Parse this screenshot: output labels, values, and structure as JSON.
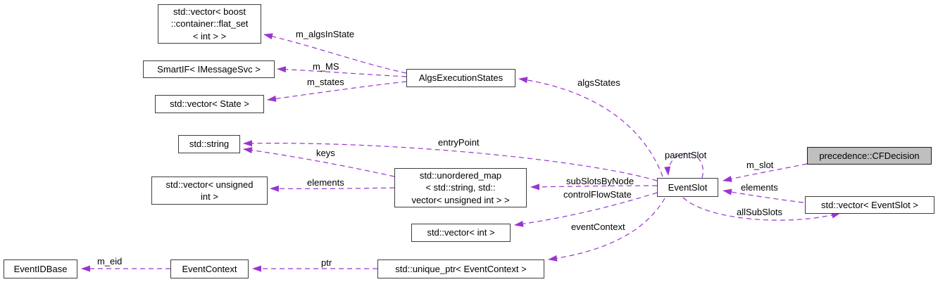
{
  "diagram": {
    "type": "doxygen-collaboration-graph",
    "highlighted_node": "precedence::CFDecision",
    "colors": {
      "edge": "#9a35cf",
      "node_border": "#3d3d3d",
      "node_fill": "#ffffff",
      "highlight_fill": "#bfbfbf",
      "background": "#ffffff"
    },
    "nodes": [
      {
        "id": "flatset",
        "label": "std::vector< boost\n::container::flat_set\n< int > >"
      },
      {
        "id": "smartif",
        "label": "SmartIF< IMessageSvc >"
      },
      {
        "id": "vecstate",
        "label": "std::vector< State >"
      },
      {
        "id": "algsexec",
        "label": "AlgsExecutionStates"
      },
      {
        "id": "stdstring",
        "label": "std::string"
      },
      {
        "id": "vecunsigned",
        "label": "std::vector< unsigned\nint >"
      },
      {
        "id": "umap",
        "label": "std::unordered_map\n< std::string, std::\nvector< unsigned int > >"
      },
      {
        "id": "vecint",
        "label": "std::vector< int >"
      },
      {
        "id": "eventslot",
        "label": "EventSlot"
      },
      {
        "id": "cfdecision",
        "label": "precedence::CFDecision"
      },
      {
        "id": "veceventslot",
        "label": "std::vector< EventSlot >"
      },
      {
        "id": "eventidbase",
        "label": "EventIDBase"
      },
      {
        "id": "eventcontext",
        "label": "EventContext"
      },
      {
        "id": "uniqueptr",
        "label": "std::unique_ptr< EventContext >"
      }
    ],
    "edges": [
      {
        "label": "m_algsInState",
        "from": "algsexec",
        "to": "flatset"
      },
      {
        "label": "m_MS",
        "from": "algsexec",
        "to": "smartif"
      },
      {
        "label": "m_states",
        "from": "algsexec",
        "to": "vecstate"
      },
      {
        "label": "algsStates",
        "from": "eventslot",
        "to": "algsexec"
      },
      {
        "label": "entryPoint",
        "from": "eventslot",
        "to": "stdstring"
      },
      {
        "label": "keys",
        "from": "umap",
        "to": "stdstring"
      },
      {
        "label": "elements",
        "from": "umap",
        "to": "vecunsigned"
      },
      {
        "label": "subSlotsByNode",
        "from": "eventslot",
        "to": "umap"
      },
      {
        "label": "controlFlowState",
        "from": "eventslot",
        "to": "vecint"
      },
      {
        "label": "eventContext",
        "from": "eventslot",
        "to": "uniqueptr"
      },
      {
        "label": "parentSlot",
        "from": "eventslot",
        "to": "eventslot"
      },
      {
        "label": "m_slot",
        "from": "cfdecision",
        "to": "eventslot"
      },
      {
        "label": "elements",
        "from": "veceventslot",
        "to": "eventslot"
      },
      {
        "label": "allSubSlots",
        "from": "eventslot",
        "to": "veceventslot"
      },
      {
        "label": "ptr",
        "from": "uniqueptr",
        "to": "eventcontext"
      },
      {
        "label": "m_eid",
        "from": "eventcontext",
        "to": "eventidbase"
      }
    ]
  }
}
